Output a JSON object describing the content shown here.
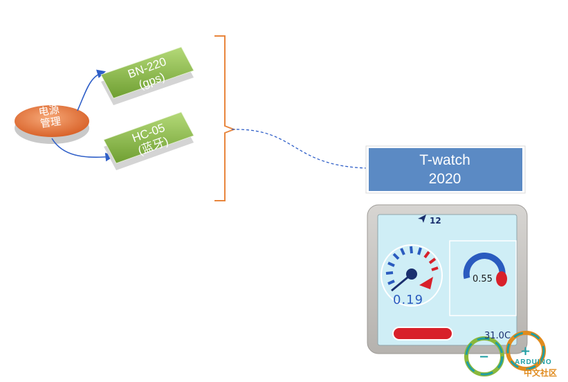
{
  "power": {
    "label": "电源\n管理",
    "color": "#e67d3c"
  },
  "modules": [
    {
      "label": "BN-220\n(gps)"
    },
    {
      "label": "HC-05\n(蓝牙)"
    }
  ],
  "twatch": {
    "label": "T-watch\n2020",
    "color": "#5b8ac4"
  },
  "watch": {
    "signal": "12",
    "gauge1_value": "0.19",
    "gauge2_value": "0.55",
    "temperature": "31.0C"
  },
  "colors": {
    "arrow": "#2f5fc8",
    "bracket": "#e8853c",
    "module_fill": "#8fbf4a",
    "screen": "#cfeef6",
    "accent_red": "#d8202a"
  },
  "logo": {
    "name": "ARDUINO",
    "subtitle": "中文社区"
  }
}
